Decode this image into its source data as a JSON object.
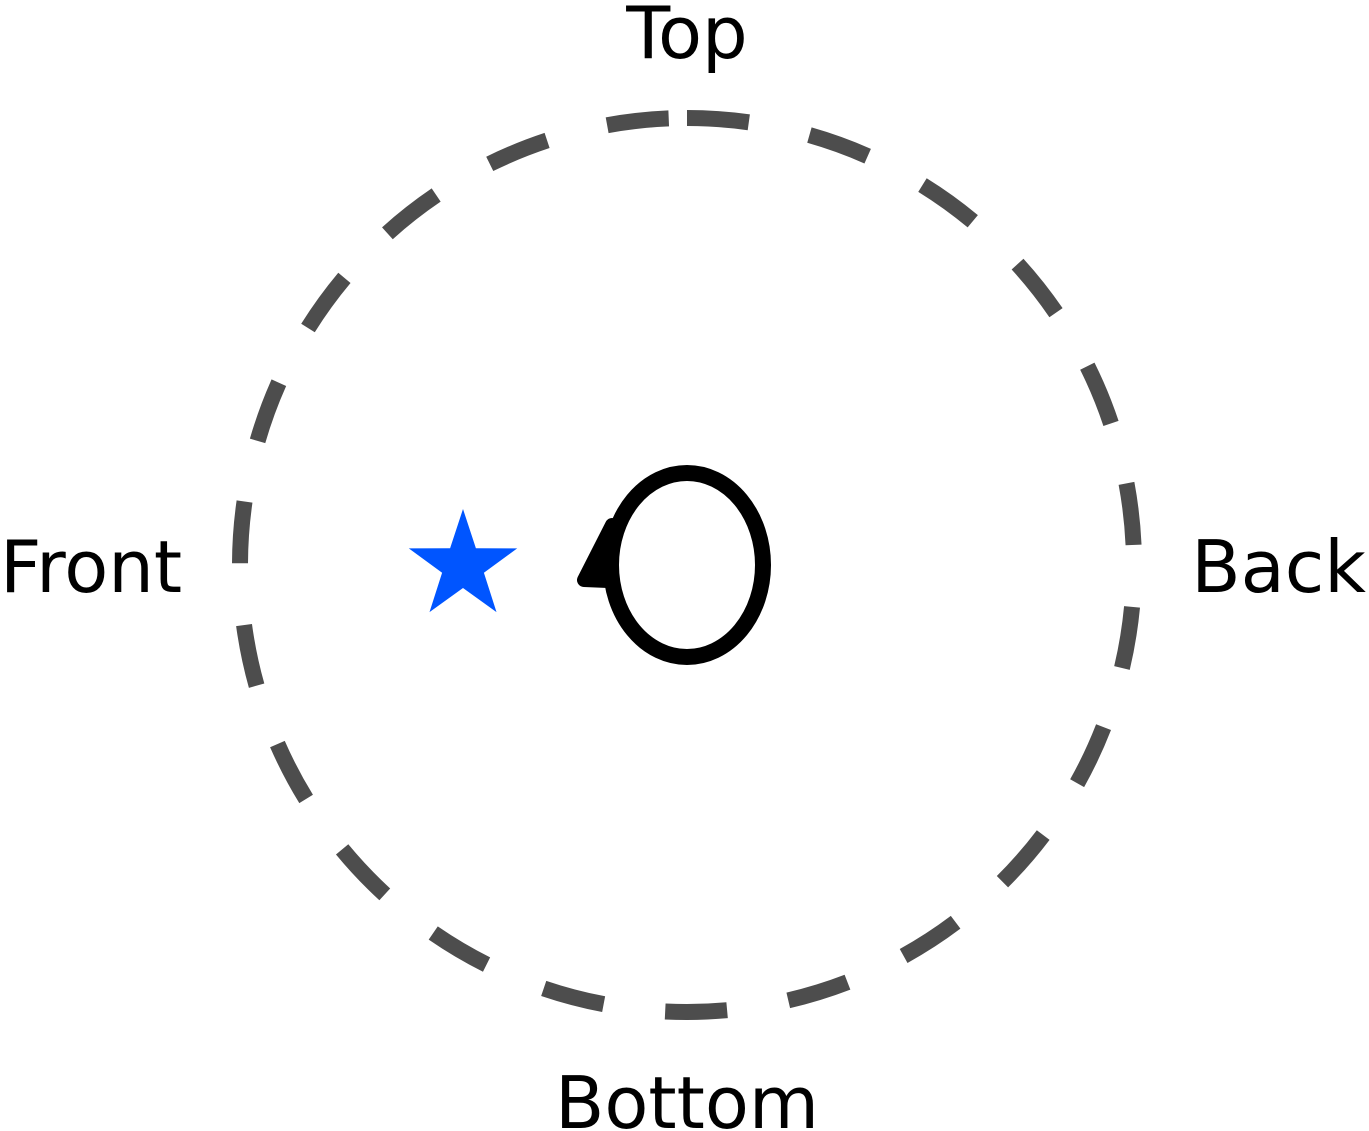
{
  "labels": {
    "top": "Top",
    "bottom": "Bottom",
    "front": "Front",
    "back": "Back"
  },
  "markers": [
    {
      "shape": "star",
      "name": "star-icon",
      "color": "#0055ff"
    },
    {
      "shape": "head-outline",
      "name": "head-outline-icon",
      "color": "#000000"
    }
  ],
  "ring": {
    "style": "dashed",
    "color": "#4d4d4d"
  }
}
